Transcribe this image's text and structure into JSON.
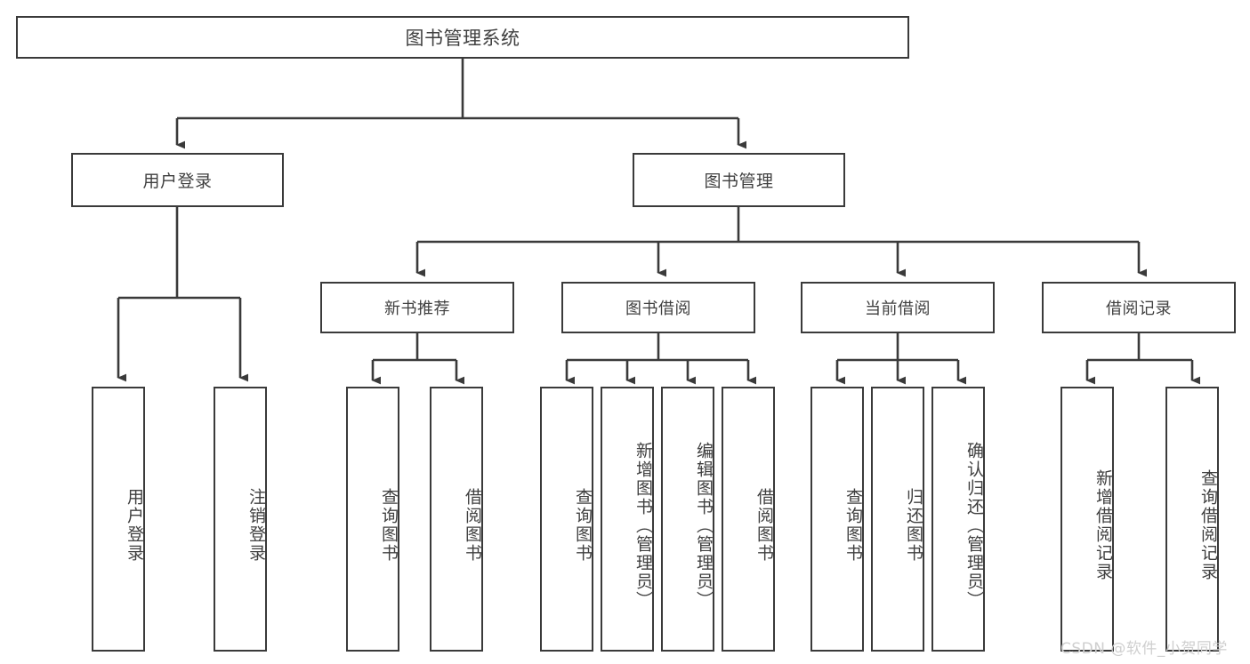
{
  "diagram": {
    "title": "图书管理系统",
    "watermark": "CSDN @软件_小贺同学",
    "colors": {
      "border": "#3a3a3a",
      "text": "#3f3f3f",
      "background": "#ffffff",
      "watermark": "#cfcfcf"
    },
    "root": {
      "label": "图书管理系统"
    },
    "level1": [
      {
        "label": "用户登录"
      },
      {
        "label": "图书管理"
      }
    ],
    "level2": [
      {
        "label": "新书推荐"
      },
      {
        "label": "图书借阅"
      },
      {
        "label": "当前借阅"
      },
      {
        "label": "借阅记录"
      }
    ],
    "leaves": {
      "user_login": [
        {
          "label": "用户登录"
        },
        {
          "label": "注销登录"
        }
      ],
      "new_book_recommend": [
        {
          "label": "查询图书"
        },
        {
          "label": "借阅图书"
        }
      ],
      "book_borrow": [
        {
          "label": "查询图书"
        },
        {
          "label": "新增图书（管理员）"
        },
        {
          "label": "编辑图书（管理员）"
        },
        {
          "label": "借阅图书"
        }
      ],
      "current_borrow": [
        {
          "label": "查询图书"
        },
        {
          "label": "归还图书"
        },
        {
          "label": "确认归还（管理员）"
        }
      ],
      "borrow_record": [
        {
          "label": "新增借阅记录"
        },
        {
          "label": "查询借阅记录"
        }
      ]
    }
  }
}
